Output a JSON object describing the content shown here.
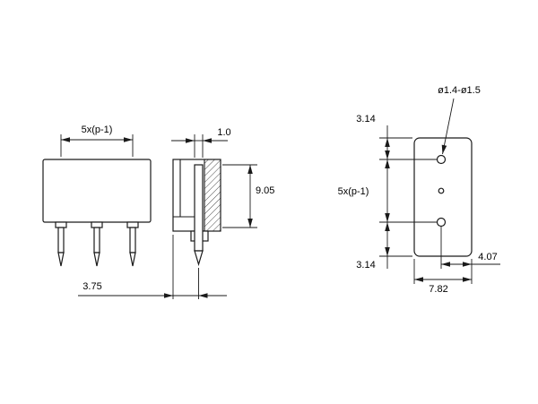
{
  "style": {
    "background": "#ffffff",
    "line_color": "#1a1a1a"
  },
  "views": {
    "front": {
      "dim_pitch": "5x(p-1)",
      "dim_pin_offset": "3.75"
    },
    "side": {
      "dim_pin_width": "1.0",
      "dim_height": "9.05"
    },
    "footprint": {
      "dim_top_margin": "3.14",
      "dim_pitch": "5x(p-1)",
      "dim_bottom_margin": "3.14",
      "dim_width": "7.82",
      "dim_hole_to_edge": "4.07",
      "hole_diameter_range": "ø1.4-ø1.5"
    }
  }
}
